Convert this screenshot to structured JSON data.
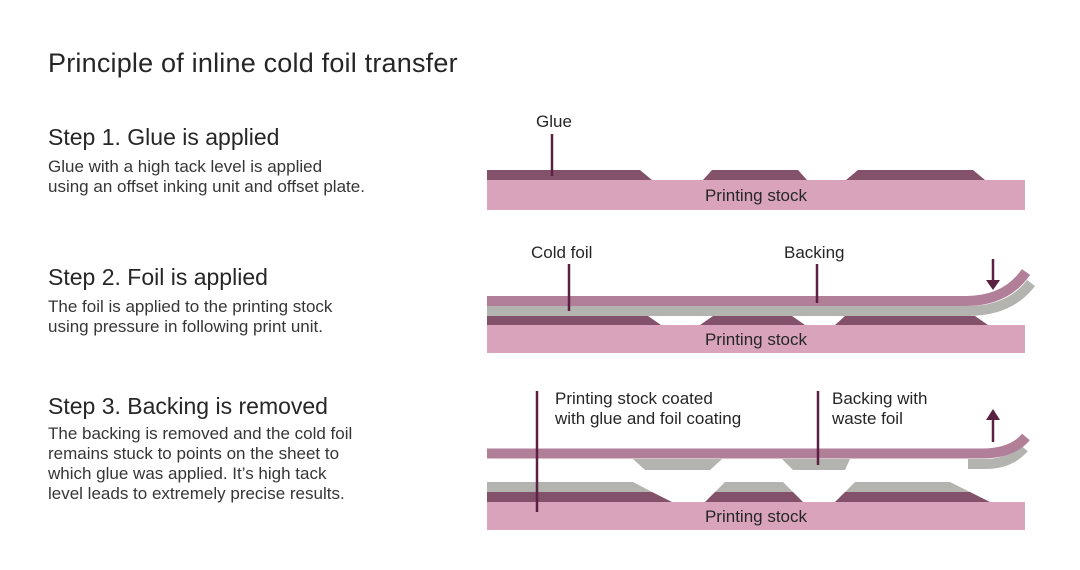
{
  "title": "Principle of inline cold foil transfer",
  "steps": [
    {
      "heading": "Step 1. Glue is applied",
      "body": "Glue with a high tack level is applied\nusing an offset inking unit and offset plate.",
      "diagram": {
        "labels": {
          "glue": "Glue",
          "printing_stock": "Printing stock"
        }
      }
    },
    {
      "heading": "Step 2. Foil is applied",
      "body": "The foil is applied to the printing stock\nusing pressure in following print unit.",
      "diagram": {
        "labels": {
          "cold_foil": "Cold foil",
          "backing": "Backing",
          "printing_stock": "Printing stock"
        }
      }
    },
    {
      "heading": "Step 3. Backing is removed",
      "body": "The backing is removed and the cold foil\nremains stuck to points on the sheet to\nwhich glue was applied. It’s high tack\nlevel leads to extremely precise results.",
      "diagram": {
        "labels": {
          "coated": "Printing stock coated\nwith glue and foil coating",
          "backing_waste": "Backing with\nwaste foil",
          "printing_stock": "Printing stock"
        }
      }
    }
  ],
  "colors": {
    "printing_stock": "#d9a4bb",
    "glue": "#84516b",
    "foil_gray": "#b3b4b0",
    "backing": "#b27f98",
    "leader_line": "#5b2142",
    "text": "#262626"
  }
}
